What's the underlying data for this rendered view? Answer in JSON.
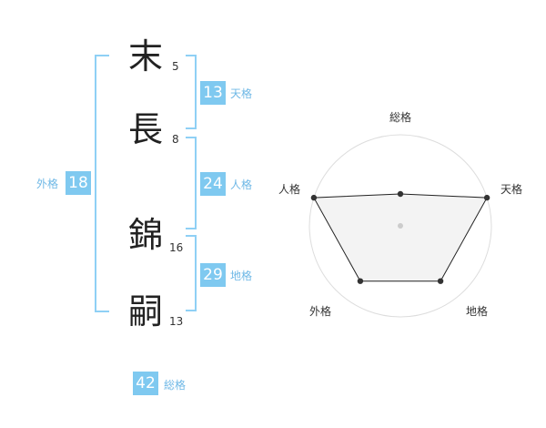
{
  "name": {
    "characters": [
      {
        "char": "末",
        "strokes": "5"
      },
      {
        "char": "長",
        "strokes": "8"
      },
      {
        "char": "錦",
        "strokes": "16"
      },
      {
        "char": "嗣",
        "strokes": "13"
      }
    ]
  },
  "kaku": {
    "tenkaku": {
      "value": "13",
      "label": "天格"
    },
    "jinkaku": {
      "value": "24",
      "label": "人格"
    },
    "chikaku": {
      "value": "29",
      "label": "地格"
    },
    "gaikaku": {
      "value": "18",
      "label": "外格"
    },
    "soukaku": {
      "value": "42",
      "label": "総格"
    }
  },
  "radar": {
    "axes": [
      {
        "label": "総格",
        "value": 0.35
      },
      {
        "label": "天格",
        "value": 1.0
      },
      {
        "label": "地格",
        "value": 0.75
      },
      {
        "label": "外格",
        "value": 0.75
      },
      {
        "label": "人格",
        "value": 1.0
      }
    ],
    "fill_color": "#f2f2f2",
    "stroke_color": "#222222",
    "ring_color": "#dddddd"
  }
}
